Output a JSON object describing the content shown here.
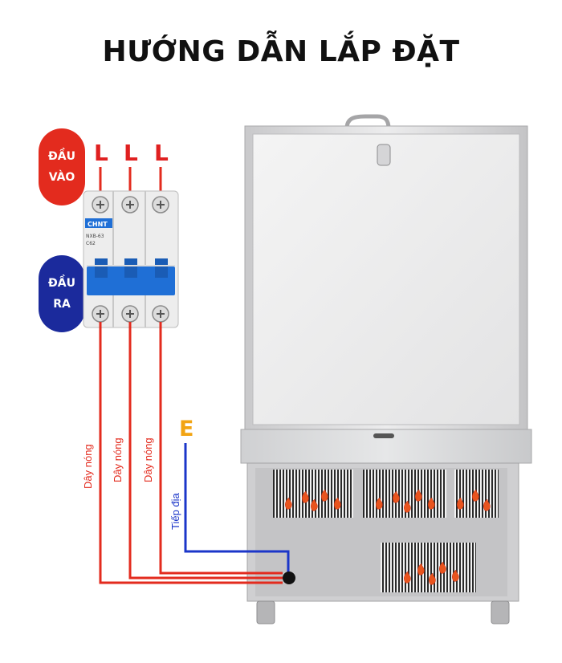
{
  "title": "HƯỚNG DẪN LẮP ĐẶT",
  "input_label": {
    "line1": "ĐẦU",
    "line2": "VÀO"
  },
  "output_label": {
    "line1": "ĐẦU",
    "line2": "RA"
  },
  "phase_letter": "L",
  "earth_letter": "E",
  "breaker": {
    "brand": "CHNT",
    "model": "NXB-63",
    "rating": "C62"
  },
  "wires": {
    "hot_label": "Dây nóng",
    "ground_label": "Tiếp địa"
  },
  "colors": {
    "hot_wire": "#e32b1e",
    "ground_wire": "#1b36c9",
    "input_pill": "#e32b1e",
    "output_pill": "#1b2a9c",
    "earth_letter": "#f2a413",
    "breaker_blue": "#1f6fd6"
  }
}
